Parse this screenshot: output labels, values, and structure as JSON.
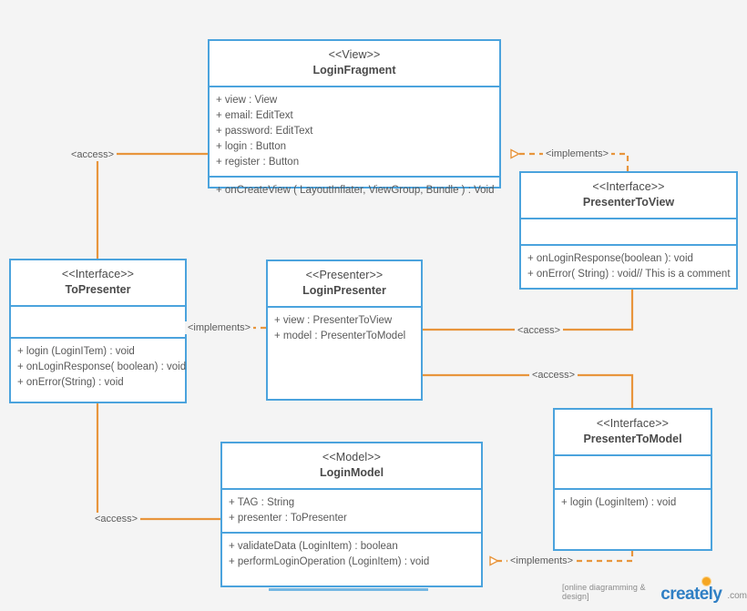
{
  "diagram": {
    "title": "MVP Login UML Class Diagram",
    "background_color": "#f4f4f4",
    "box_border_color": "#4ba3dd",
    "connector_color": "#e8953c",
    "text_color": "#595959"
  },
  "classes": {
    "login_fragment": {
      "stereotype": "<<View>>",
      "name": "LoginFragment",
      "attributes": [
        "+ view : View",
        "+ email: EditText",
        "+ password: EditText",
        "+ login : Button",
        "+ register : Button"
      ],
      "methods": [
        "+ onCreateView ( LayoutInflater, ViewGroup, Bundle ) : Void"
      ]
    },
    "presenter_to_view": {
      "stereotype": "<<Interface>>",
      "name": "PresenterToView",
      "attributes": [],
      "methods": [
        "+ onLoginResponse(boolean ): void",
        "+ onError( String) : void// This is a comment"
      ]
    },
    "to_presenter": {
      "stereotype": "<<Interface>>",
      "name": "ToPresenter",
      "attributes": [],
      "methods": [
        "+ login (LoginITem) : void",
        "+ onLoginResponse( boolean) : void",
        "+ onError(String) : void"
      ]
    },
    "login_presenter": {
      "stereotype": "<<Presenter>>",
      "name": "LoginPresenter",
      "attributes": [
        "+ view : PresenterToView",
        "+ model : PresenterToModel"
      ],
      "methods": []
    },
    "login_model": {
      "stereotype": "<<Model>>",
      "name": "LoginModel",
      "attributes": [
        "+ TAG : String",
        "+ presenter : ToPresenter"
      ],
      "methods": [
        "+ validateData (LoginItem) : boolean",
        "+ performLoginOperation (LoginItem) : void"
      ]
    },
    "presenter_to_model": {
      "stereotype": "<<Interface>>",
      "name": "PresenterToModel",
      "attributes": [],
      "methods": [
        "+ login (LoginItem) : void"
      ]
    }
  },
  "connectors": {
    "access_fragment_to_presenter": "<access>",
    "implements_fragment_presenter_to_view": "<implements>",
    "implements_presenter_to_presenter": "<implements>",
    "access_presenter_to_view": "<access>",
    "access_presenter_to_model": "<access>",
    "access_model_to_presenter": "<access>",
    "implements_model_presenter_to_model": "<implements>"
  },
  "watermark": {
    "tagline": "[online diagramming & design]",
    "brand": "creately",
    "tld": ".com"
  }
}
